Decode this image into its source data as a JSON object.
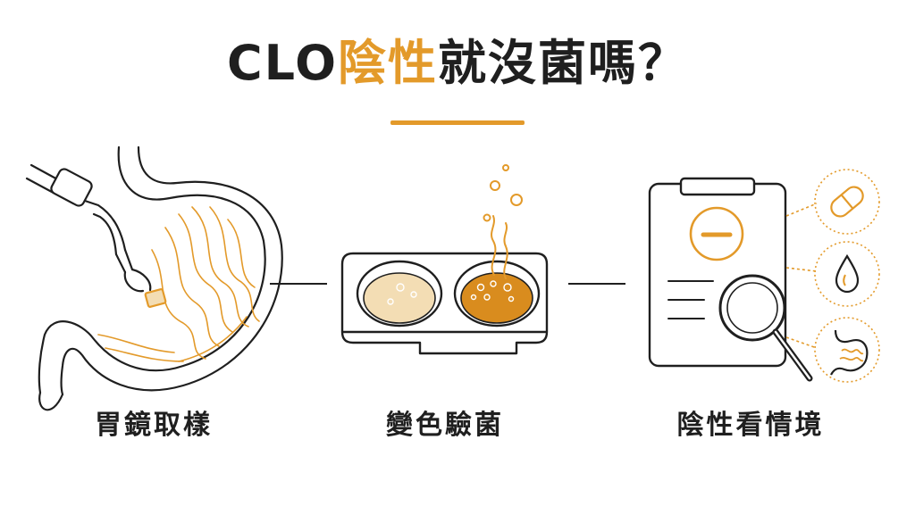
{
  "title": {
    "prefix": "CLO",
    "highlight": "陰性",
    "suffix": "就沒菌嗎？"
  },
  "steps": [
    {
      "label": "胃鏡取樣",
      "icon": "stomach-endoscope-icon"
    },
    {
      "label": "變色驗菌",
      "icon": "test-tray-icon"
    },
    {
      "label": "陰性看情境",
      "icon": "clipboard-negative-icon"
    }
  ],
  "context_icons": [
    "pill-icon",
    "drop-icon",
    "stomach-icon"
  ],
  "colors": {
    "accent": "#E39A2A",
    "ink": "#1f1f1f",
    "pale_well": "#F3DDB4",
    "amber_well": "#D98C1E"
  }
}
